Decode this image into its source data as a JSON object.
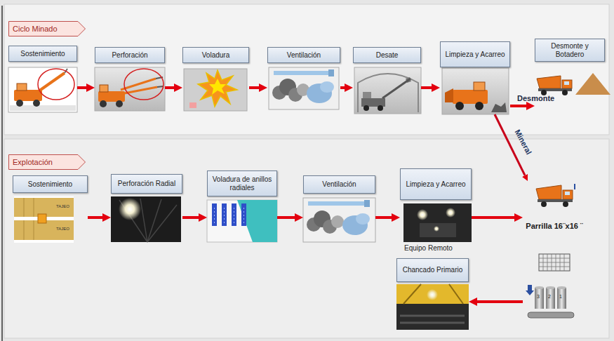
{
  "diagram": {
    "nodes": [
      {
        "text": [
          "Ciclo Minado"
        ]
      },
      {
        "text": [
          "Sostenimiento"
        ]
      },
      {
        "text": [
          "Perforación"
        ]
      },
      {
        "text": [
          "Voladura"
        ]
      },
      {
        "text": [
          "Ventilación"
        ]
      },
      {
        "text": [
          "Desate"
        ]
      },
      {
        "text": [
          "Limpieza y Acarreo"
        ]
      },
      {
        "text": [
          "Desmonte y Botadero"
        ]
      },
      {
        "text": [
          "Explotación"
        ]
      },
      {
        "text": [
          "Sostenimiento"
        ]
      },
      {
        "text": [
          "Perforación Radial"
        ]
      },
      {
        "text": [
          "Voladura de anillos radiales"
        ]
      },
      {
        "text": [
          "Ventilación"
        ]
      },
      {
        "text": [
          "Limpieza y Acarreo"
        ]
      },
      {
        "text": [
          "Parrilla 16¨x16 ¨"
        ]
      },
      {
        "text": [
          "Chancado Primario"
        ]
      }
    ],
    "edges": [
      {
        "from": 1,
        "to": 2,
        "arrow": "to"
      },
      {
        "from": 2,
        "to": 3,
        "arrow": "to"
      },
      {
        "from": 3,
        "to": 4,
        "arrow": "to"
      },
      {
        "from": 4,
        "to": 5,
        "arrow": "to"
      },
      {
        "from": 5,
        "to": 6,
        "arrow": "to"
      },
      {
        "from": 6,
        "to": 7,
        "label": "Desmonte",
        "arrow": "to"
      },
      {
        "from": 6,
        "to": 14,
        "label": "Mineral",
        "arrow": "to"
      },
      {
        "from": 9,
        "to": 10,
        "arrow": "to"
      },
      {
        "from": 10,
        "to": 11,
        "arrow": "to"
      },
      {
        "from": 11,
        "to": 12,
        "arrow": "to"
      },
      {
        "from": 12,
        "to": 13,
        "arrow": "to"
      },
      {
        "from": 13,
        "to": 14,
        "arrow": "to"
      },
      {
        "from": 14,
        "to": 15,
        "arrow": "to"
      }
    ],
    "labels": [
      "Equipo Remoto",
      "TAJEO",
      "TAJEO",
      "3",
      "2",
      "1"
    ]
  }
}
